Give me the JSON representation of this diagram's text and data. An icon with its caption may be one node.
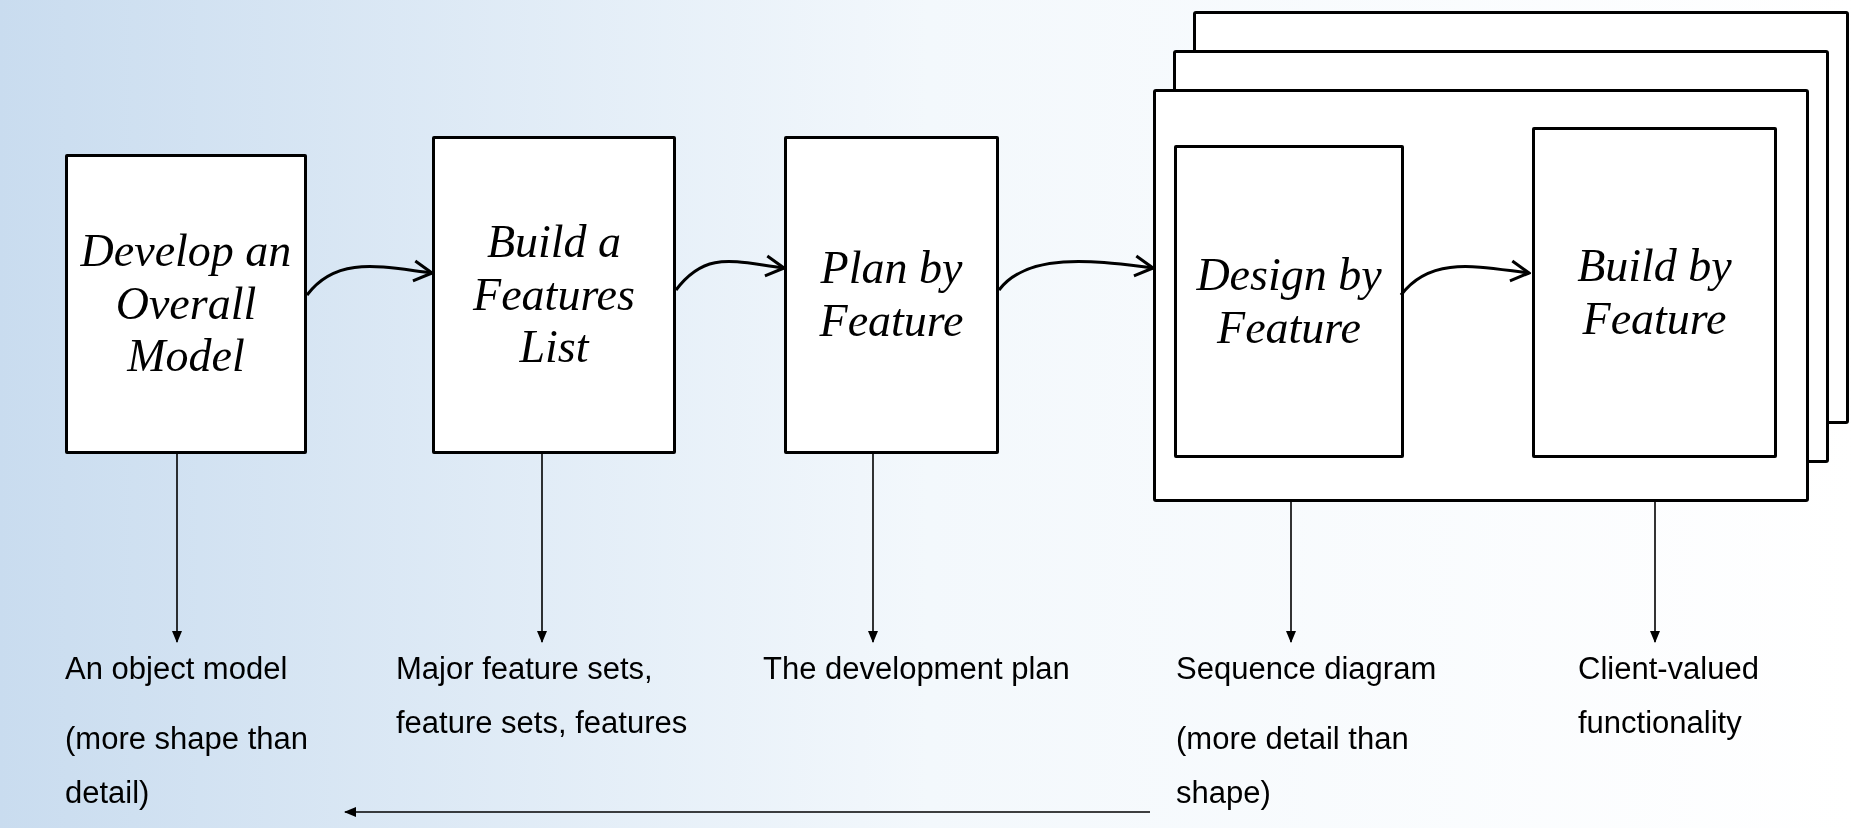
{
  "diagram": {
    "nodes": [
      {
        "text": [
          "Develop an Overall Model"
        ]
      },
      {
        "text": [
          "Build a Features List"
        ]
      },
      {
        "text": [
          "Plan by Feature"
        ]
      },
      {
        "text": [],
        "shape": "box"
      },
      {
        "text": [
          "Design by Feature"
        ],
        "in": 3
      },
      {
        "text": [
          "Build by Feature"
        ],
        "in": 3
      },
      {
        "text": [
          "An object model",
          "(more shape than detail)"
        ]
      },
      {
        "text": [
          "Major feature sets, feature sets, features"
        ]
      },
      {
        "text": [
          "The development plan"
        ]
      },
      {
        "text": [
          "Sequence diagram",
          "(more detail than shape)"
        ]
      },
      {
        "text": [
          "Client-valued functionality"
        ]
      }
    ],
    "edges": [
      {
        "from": 0,
        "to": 1,
        "arrow": "to"
      },
      {
        "from": 1,
        "to": 2,
        "arrow": "to"
      },
      {
        "from": 2,
        "to": 3,
        "arrow": "to"
      },
      {
        "from": 4,
        "to": 5,
        "arrow": "to"
      },
      {
        "from": 0,
        "to": 6,
        "arrow": "to"
      },
      {
        "from": 1,
        "to": 7,
        "arrow": "to"
      },
      {
        "from": 2,
        "to": 8,
        "arrow": "to"
      },
      {
        "from": 3,
        "to": 9,
        "arrow": "to"
      },
      {
        "from": 3,
        "to": 10,
        "arrow": "to"
      },
      {
        "from": 9,
        "to": 6,
        "arrow": "to"
      }
    ]
  }
}
